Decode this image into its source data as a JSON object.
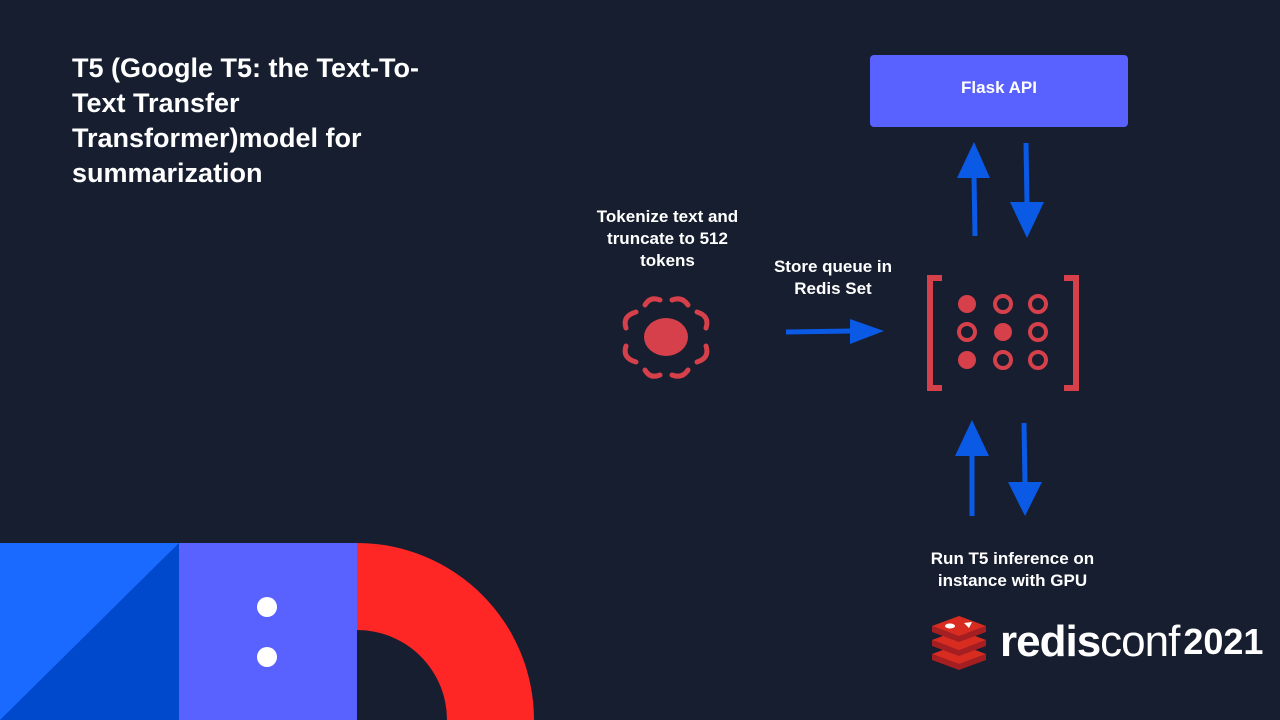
{
  "slide": {
    "title": "T5 (Google T5: the Text-To-Text Transfer Transformer)model for summarization"
  },
  "diagram": {
    "nodes": {
      "flask_api": "Flask API"
    },
    "labels": {
      "tokenize": "Tokenize text and truncate to 512 tokens",
      "store": "Store queue in Redis Set",
      "run": "Run T5 inference on instance with GPU"
    },
    "icons": {
      "tokenizer": "gear-icon",
      "redis_set": "redis-set-icon",
      "arrows": "arrow-icon"
    },
    "colors": {
      "background": "#161e2f",
      "flask_box": "#5961ff",
      "arrow": "#0a5ae6",
      "icon_red": "#d6404a",
      "corner_blue": "#1a6aff",
      "corner_dark_blue": "#0048cc",
      "corner_purple": "#5961ff",
      "corner_red": "#ff2626"
    }
  },
  "branding": {
    "logo_redis": "redis",
    "logo_conf": "conf",
    "logo_year": "2021",
    "logo_icon": "redis-stack-icon"
  }
}
